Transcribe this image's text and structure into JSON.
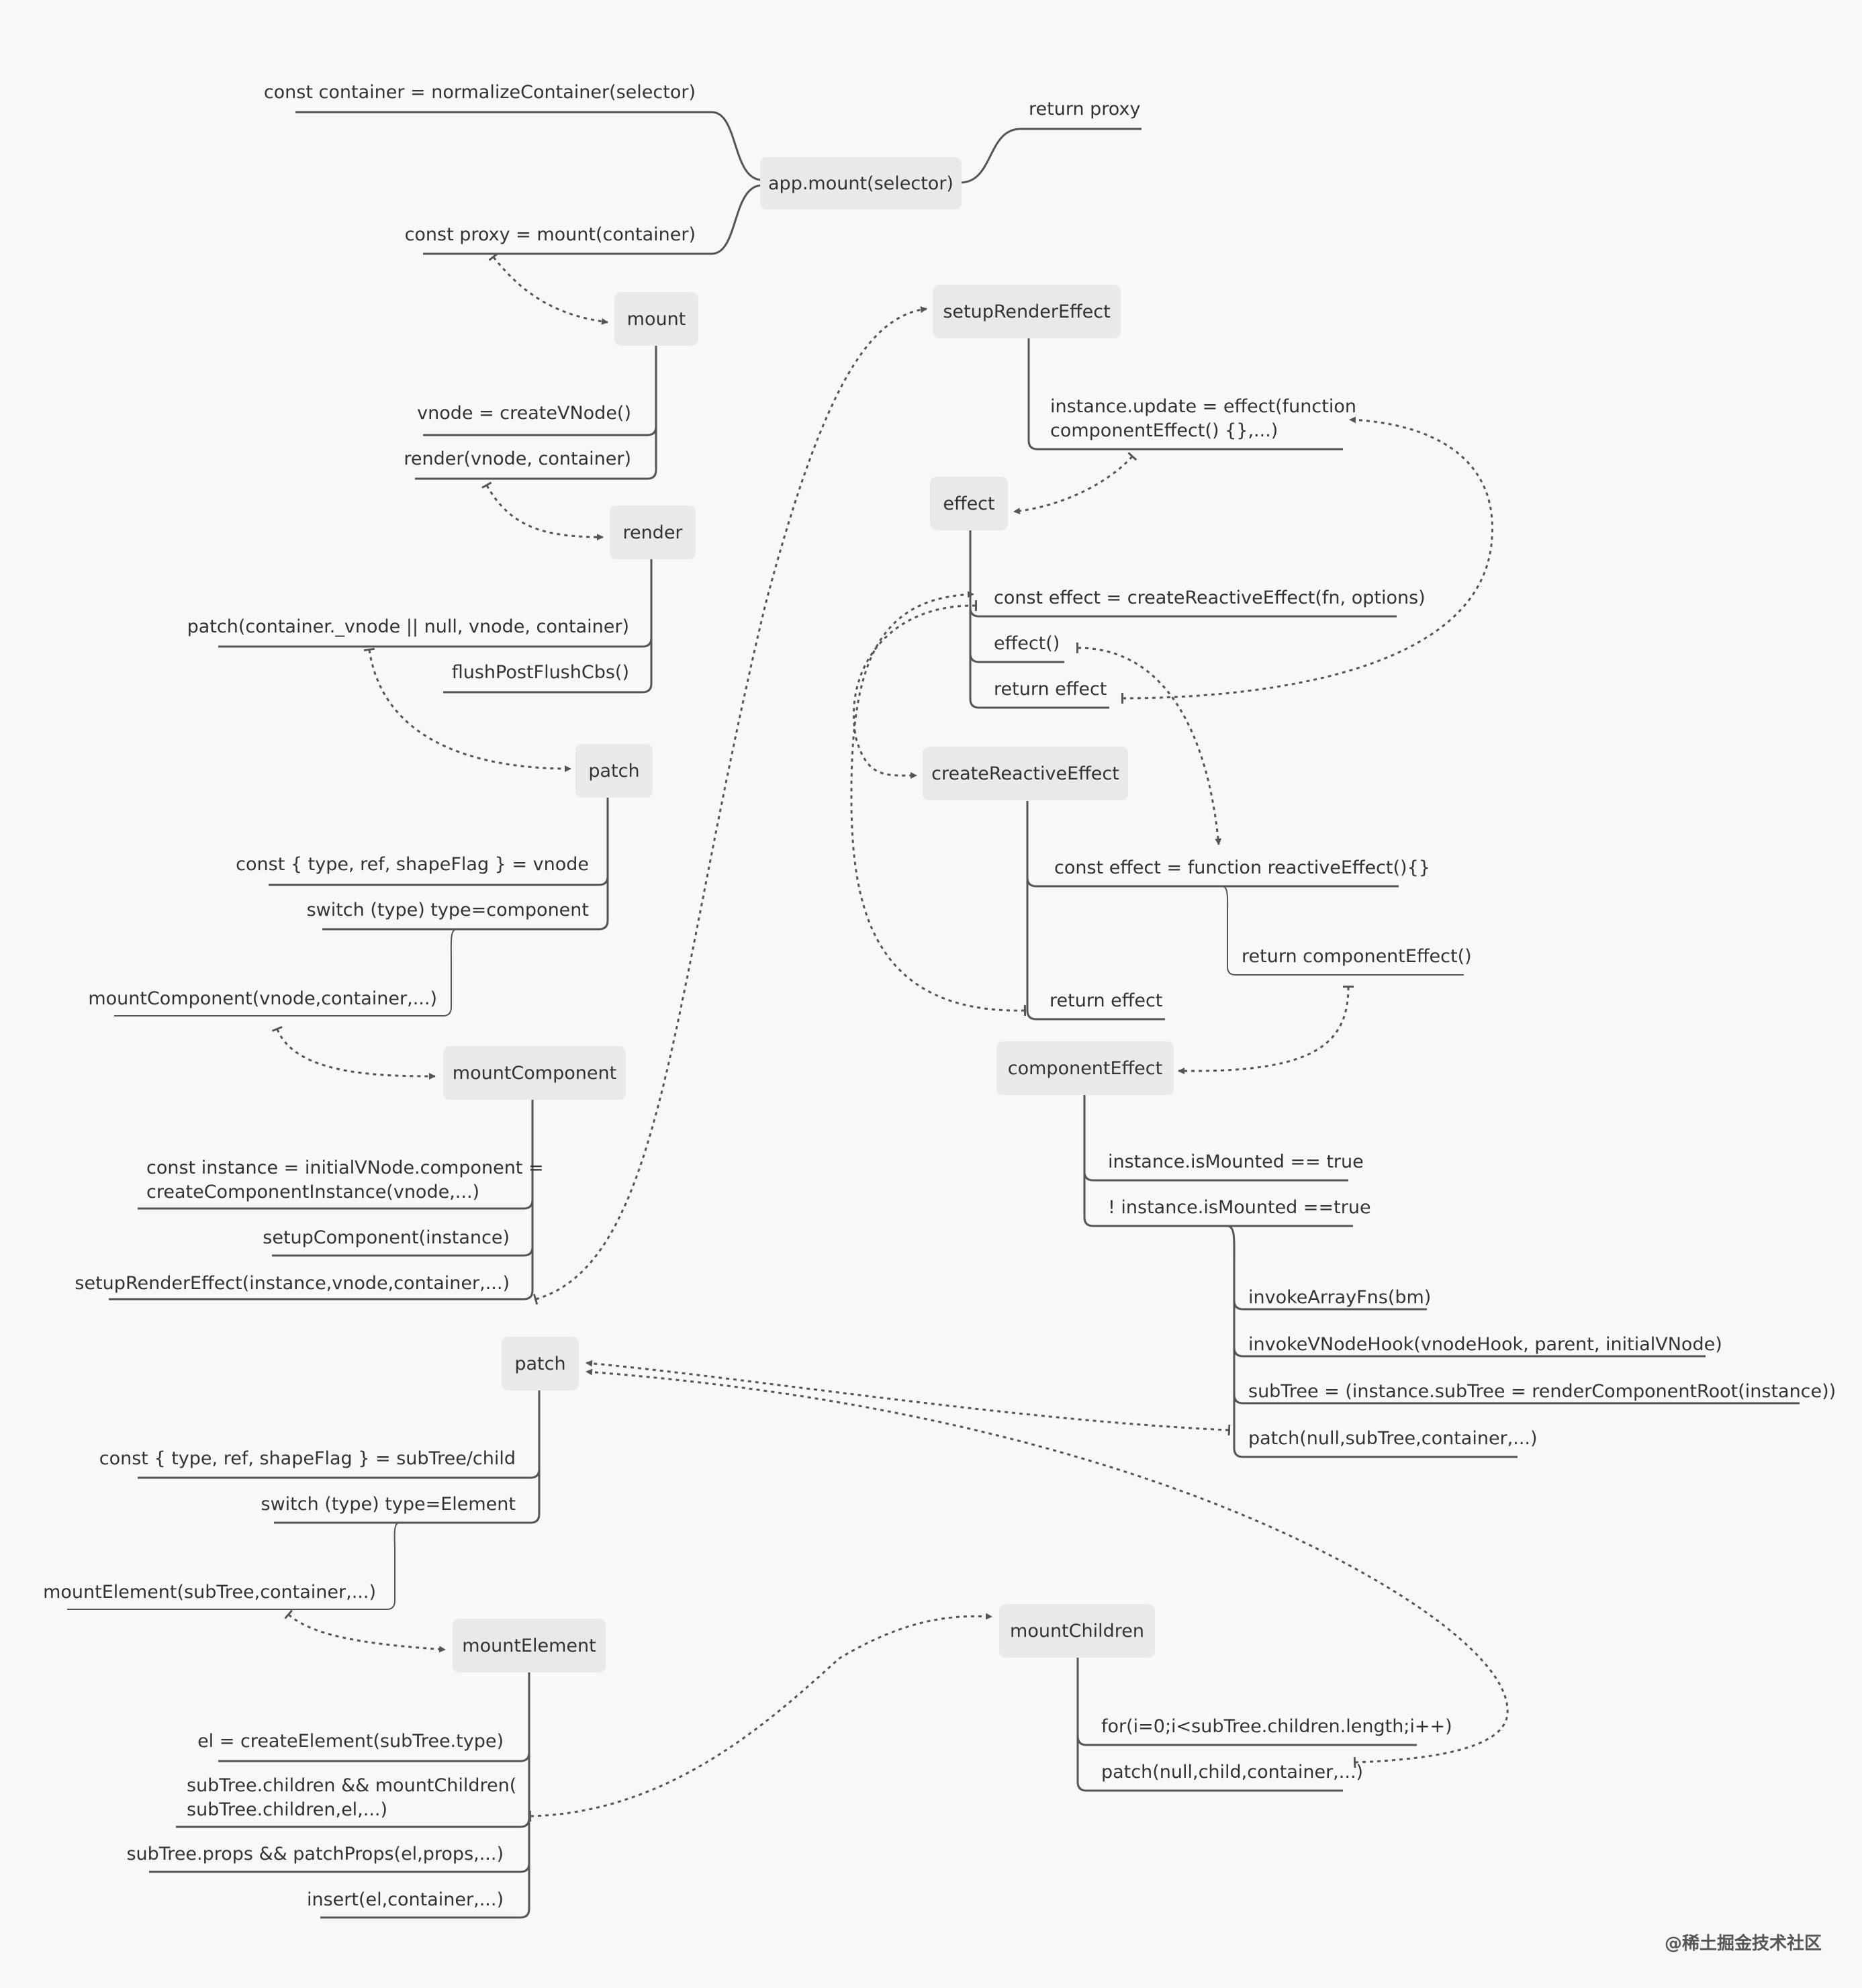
{
  "diagram": {
    "root": {
      "label": "app.mount(selector)"
    },
    "root_leaves": {
      "container": "const container = normalizeContainer(selector)",
      "proxy": "const proxy = mount(container)",
      "return_proxy": "return proxy"
    },
    "mount": {
      "label": "mount",
      "items": [
        "vnode = createVNode()",
        "render(vnode, container)"
      ]
    },
    "render": {
      "label": "render",
      "items": [
        "patch(container._vnode || null, vnode, container)",
        "flushPostFlushCbs()"
      ]
    },
    "patch1": {
      "label": "patch",
      "items": [
        "const { type, ref, shapeFlag } = vnode",
        "switch (type) type=component"
      ],
      "sub": "mountComponent(vnode,container,...)"
    },
    "mountComponent": {
      "label": "mountComponent",
      "items": [
        "const instance = initialVNode.component =",
        "createComponentInstance(vnode,...)",
        "setupComponent(instance)",
        "setupRenderEffect(instance,vnode,container,...)"
      ]
    },
    "patch2": {
      "label": "patch",
      "items": [
        "const { type, ref, shapeFlag } = subTree/child",
        "switch (type) type=Element"
      ],
      "sub": "mountElement(subTree,container,...)"
    },
    "mountElement": {
      "label": "mountElement",
      "items": [
        "el = createElement(subTree.type)",
        "subTree.children  &&  mountChildren(",
        "subTree.children,el,...)",
        "subTree.props && patchProps(el,props,...)",
        "insert(el,container,...)"
      ]
    },
    "setupRenderEffect": {
      "label": "setupRenderEffect",
      "items": [
        "instance.update = effect(function",
        "componentEffect() {},...)"
      ]
    },
    "effect": {
      "label": "effect",
      "items": [
        "const effect = createReactiveEffect(fn, options)",
        "effect()",
        "return effect"
      ]
    },
    "createReactiveEffect": {
      "label": "createReactiveEffect",
      "items": [
        "const effect = function reactiveEffect(){}",
        "return effect"
      ],
      "sub": "return componentEffect()"
    },
    "componentEffect": {
      "label": "componentEffect",
      "items": [
        "instance.isMounted == true",
        "! instance.isMounted ==true"
      ],
      "sub_items": [
        "invokeArrayFns(bm)",
        "invokeVNodeHook(vnodeHook, parent, initialVNode)",
        "subTree = (instance.subTree = renderComponentRoot(instance))",
        "patch(null,subTree,container,...)"
      ]
    },
    "mountChildren": {
      "label": "mountChildren",
      "items": [
        "for(i=0;i<subTree.children.length;i++)",
        "patch(null,child,container,...)"
      ]
    }
  },
  "watermark": "@稀土掘金技术社区",
  "colors": {
    "line": "#555555",
    "node_bg": "#e9e9eb",
    "background": "#f8f8fa"
  }
}
